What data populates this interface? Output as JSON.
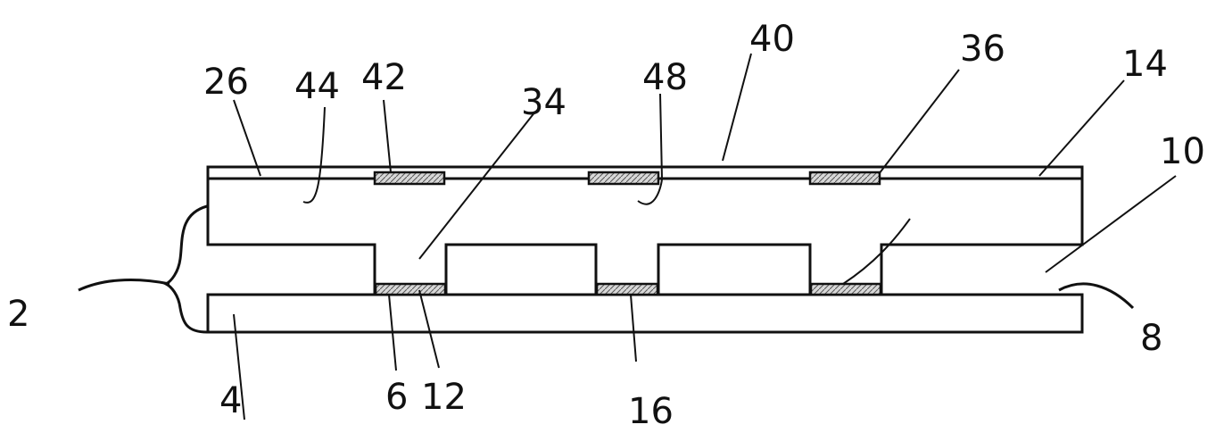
{
  "colors": {
    "ink": "#111111",
    "background": "#ffffff",
    "pad_fill": "#d8d8d8"
  },
  "labels": {
    "l2": "2",
    "l4": "4",
    "l6": "6",
    "l8": "8",
    "l10": "10",
    "l12": "12",
    "l14": "14",
    "l16": "16",
    "l26": "26",
    "l34": "34",
    "l36": "36",
    "l40": "40",
    "l42": "42",
    "l44": "44",
    "l48": "48"
  }
}
